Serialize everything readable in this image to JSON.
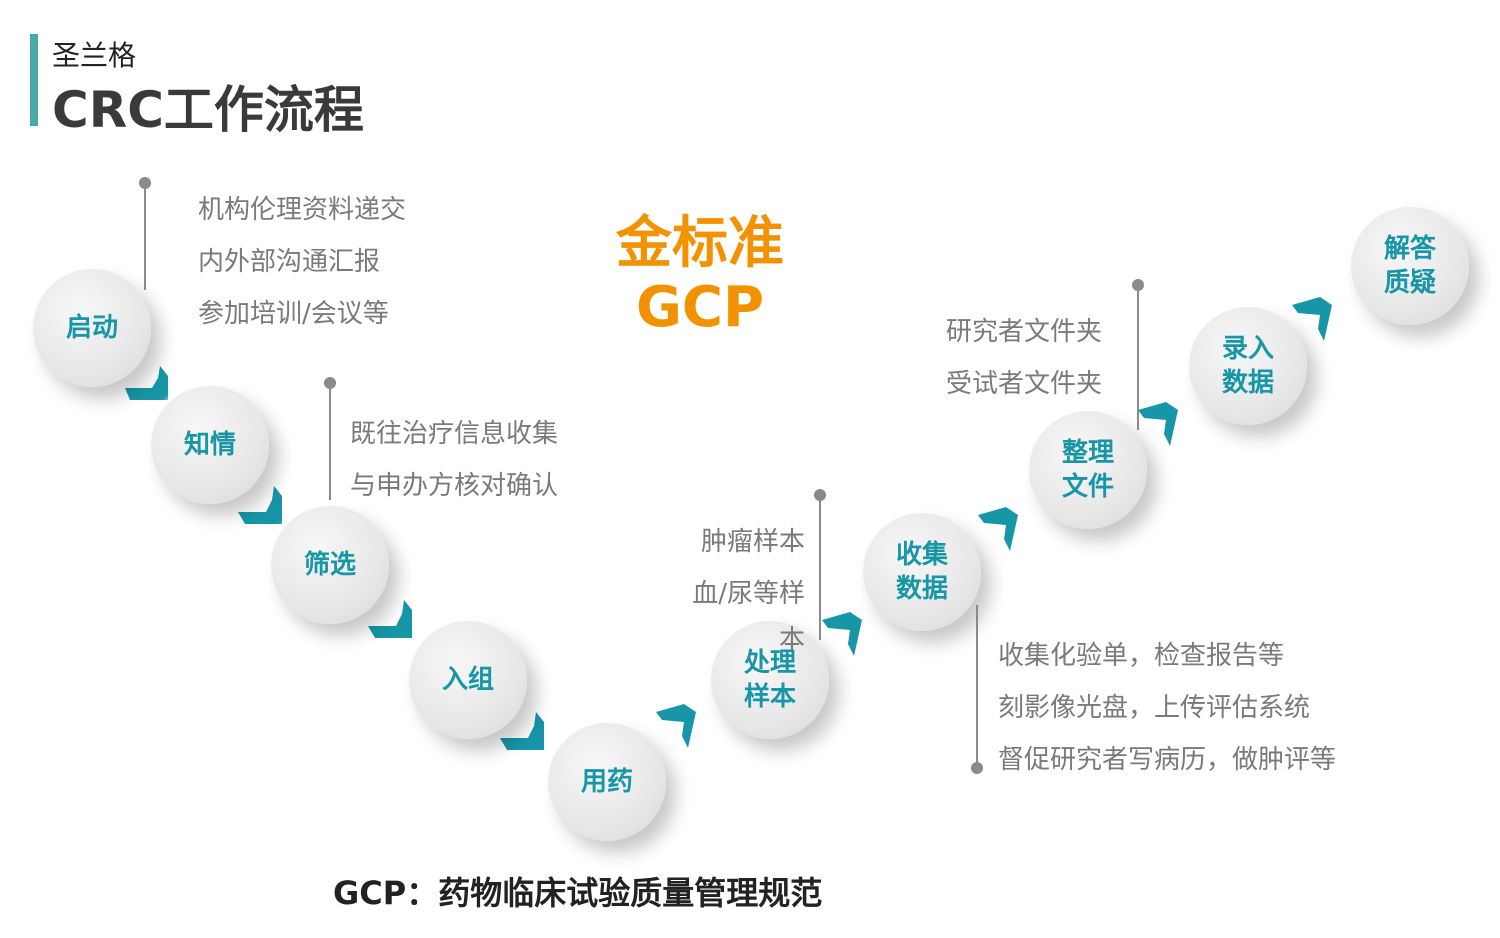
{
  "header": {
    "brand": "圣兰格",
    "title": "CRC工作流程"
  },
  "center": {
    "line1": "金标准",
    "line2": "GCP"
  },
  "steps": [
    {
      "l1": "启动",
      "l2": ""
    },
    {
      "l1": "知情",
      "l2": ""
    },
    {
      "l1": "筛选",
      "l2": ""
    },
    {
      "l1": "入组",
      "l2": ""
    },
    {
      "l1": "用药",
      "l2": ""
    },
    {
      "l1": "处理",
      "l2": "样本"
    },
    {
      "l1": "收集",
      "l2": "数据"
    },
    {
      "l1": "整理",
      "l2": "文件"
    },
    {
      "l1": "录入",
      "l2": "数据"
    },
    {
      "l1": "解答",
      "l2": "质疑"
    }
  ],
  "notes": {
    "startup": [
      "机构伦理资料递交",
      "内外部沟通汇报",
      "参加培训/会议等"
    ],
    "consent": [
      "既往治疗信息收集",
      "与申办方核对确认"
    ],
    "samples": [
      "肿瘤样本",
      "血/尿等样",
      "本"
    ],
    "collect": [
      "收集化验单，检查报告等",
      "刻影像光盘，上传评估系统",
      "督促研究者写病历，做肿评等"
    ],
    "files": [
      "研究者文件夹",
      "受试者文件夹"
    ]
  },
  "footer": "GCP：药物临床试验质量管理规范",
  "colors": {
    "teal": "#1796a8",
    "orange": "#f39200",
    "accent_bar": "#4aa9aa"
  }
}
